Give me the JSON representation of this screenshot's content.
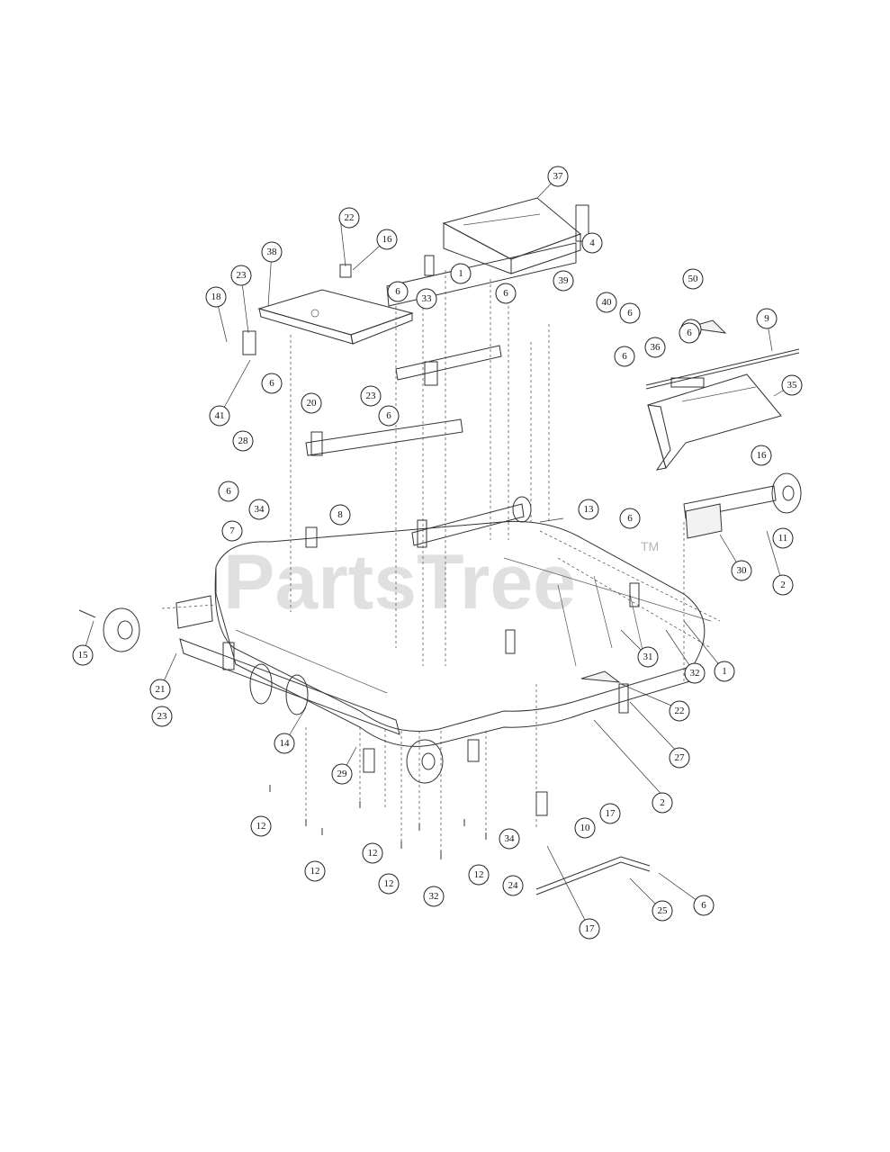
{
  "watermark": {
    "text": "PartsTree",
    "trademark": "TM"
  },
  "callouts": [
    "37",
    "22",
    "16",
    "38",
    "6",
    "1",
    "33",
    "23",
    "18",
    "6",
    "4",
    "39",
    "40",
    "6",
    "41",
    "50",
    "9",
    "19",
    "36",
    "6",
    "6",
    "35",
    "6",
    "20",
    "23",
    "6",
    "28",
    "6",
    "34",
    "8",
    "16",
    "7",
    "13",
    "6",
    "11",
    "30",
    "2",
    "31",
    "32",
    "1",
    "15",
    "21",
    "23",
    "22",
    "27",
    "14",
    "29",
    "2",
    "17",
    "10",
    "12",
    "12",
    "12",
    "12",
    "32",
    "34",
    "12",
    "24",
    "17",
    "25",
    "6"
  ]
}
